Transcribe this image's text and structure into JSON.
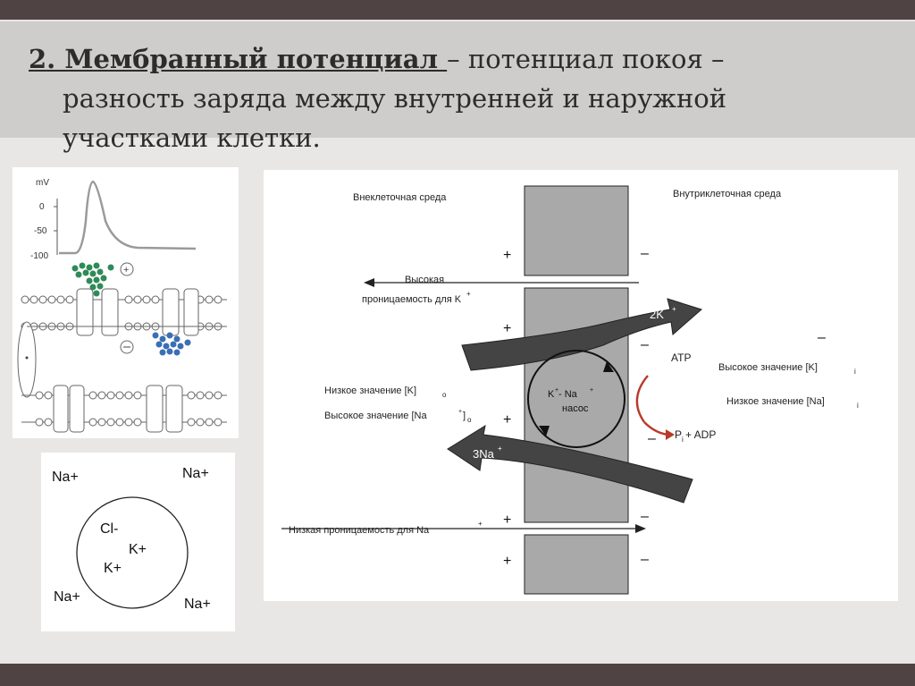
{
  "title": {
    "bold": "2. Мембранный потенциал ",
    "rest": "– потенциал покоя –",
    "line2": "разность заряда между внутренней и наружной",
    "line3": "участками клетки."
  },
  "ap_figure": {
    "axis_unit": "mV",
    "ticks": [
      "0",
      "-50",
      "-100"
    ]
  },
  "ion_box": {
    "na_tl": "Na+",
    "na_tr": "Na+",
    "na_bl": "Na+",
    "na_br": "Na+",
    "cl": "Cl-",
    "k1": "K+",
    "k2": "K+"
  },
  "scheme": {
    "extracellular": "Внеклеточная среда",
    "intracellular": "Внутриклеточная среда",
    "high_perm_1": "Высокая",
    "high_perm_2": "проницаемость для K",
    "sup_plus": "+",
    "k_flux": "2K",
    "na_flux": "3Na",
    "pump_1": "K",
    "pump_mid": " - Na",
    "pump_2": "насос",
    "atp": "ATP",
    "pi_adp": "P",
    "pi_sub": "i",
    "adp": " + ADP",
    "high_k_in": "Высокое значение [K]",
    "low_na_in": "Низкое значение [Na]",
    "sub_i": "i",
    "low_k_out": "Низкое значение [K]",
    "high_na_out": "Высокое значение [Na",
    "sub_o": "o",
    "low_perm_na": "Низкая проницаемость для Na",
    "plus": "+",
    "minus": "–"
  }
}
